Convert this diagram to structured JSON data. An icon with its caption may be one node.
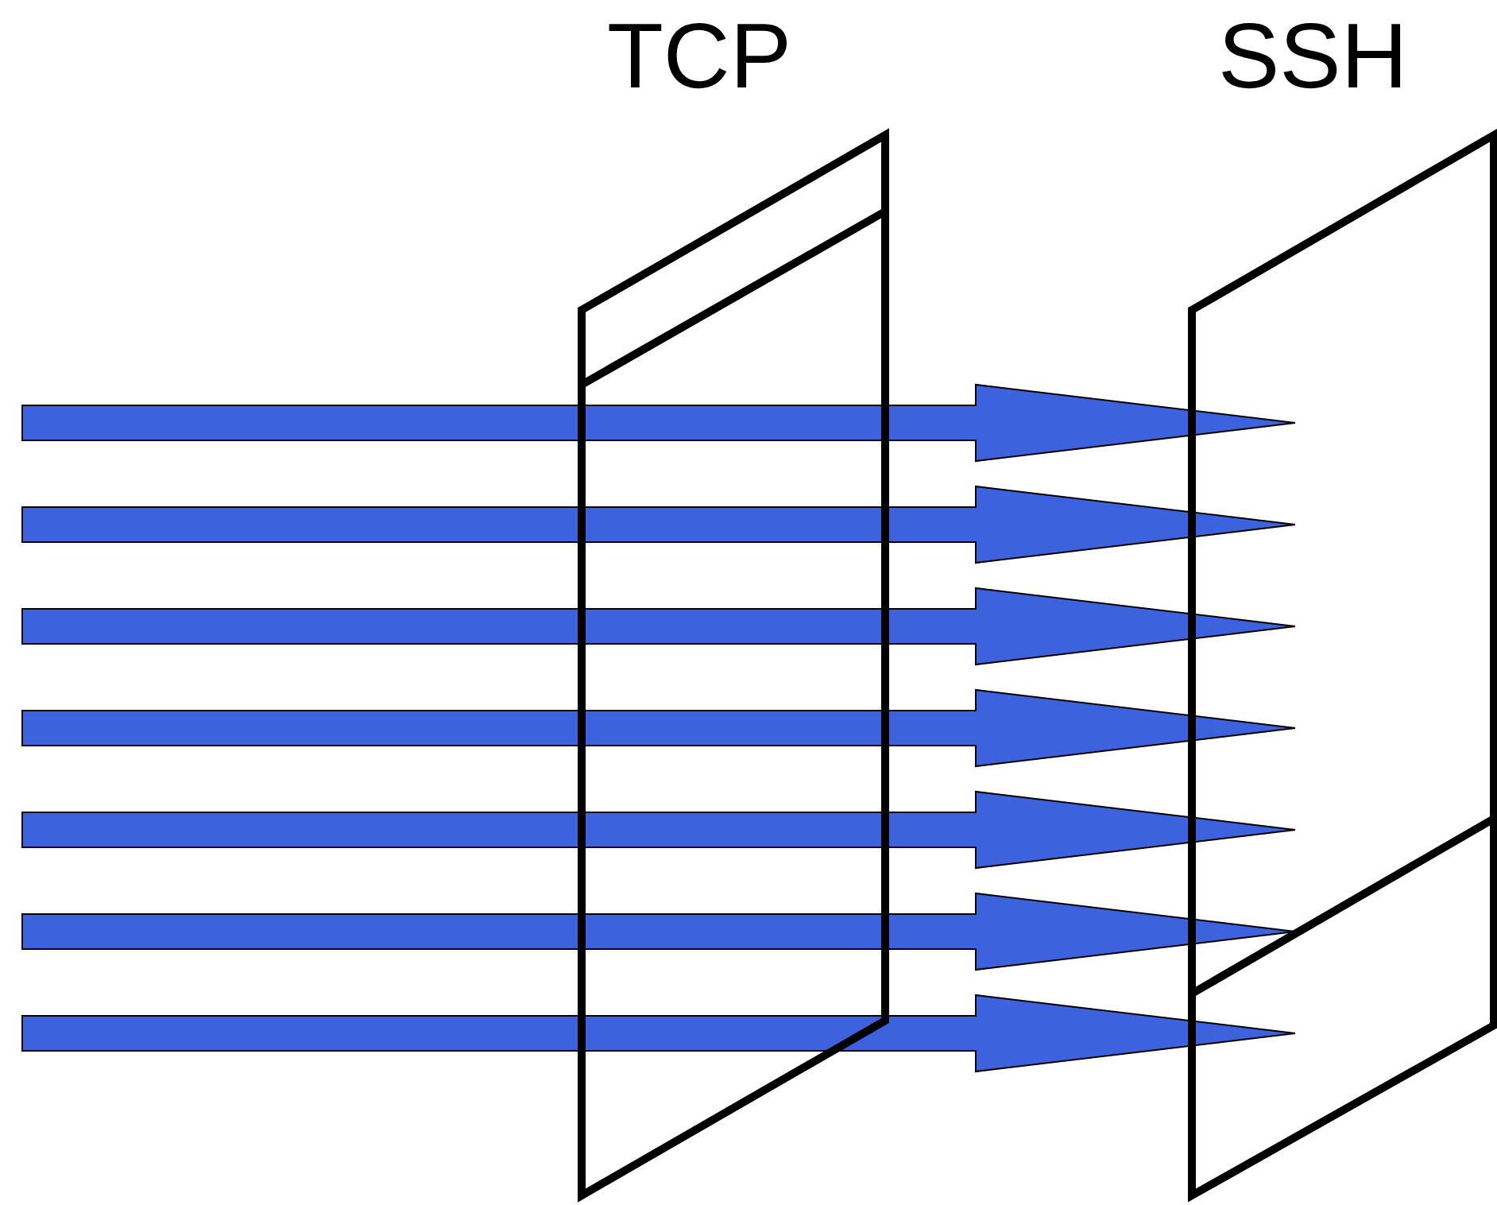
{
  "diagram": {
    "nodes": [
      {
        "text": [
          "TCP"
        ]
      },
      {
        "text": [
          "SSH"
        ]
      }
    ],
    "edges": [
      {
        "from": null,
        "to": 1,
        "arrow": "to"
      },
      {
        "from": null,
        "to": 1,
        "arrow": "to"
      },
      {
        "from": null,
        "to": 1,
        "arrow": "to"
      },
      {
        "from": null,
        "to": 1,
        "arrow": "to"
      },
      {
        "from": null,
        "to": 1,
        "arrow": "to"
      },
      {
        "from": null,
        "to": 1,
        "arrow": "to"
      },
      {
        "from": null,
        "to": 1,
        "arrow": "to"
      }
    ]
  }
}
